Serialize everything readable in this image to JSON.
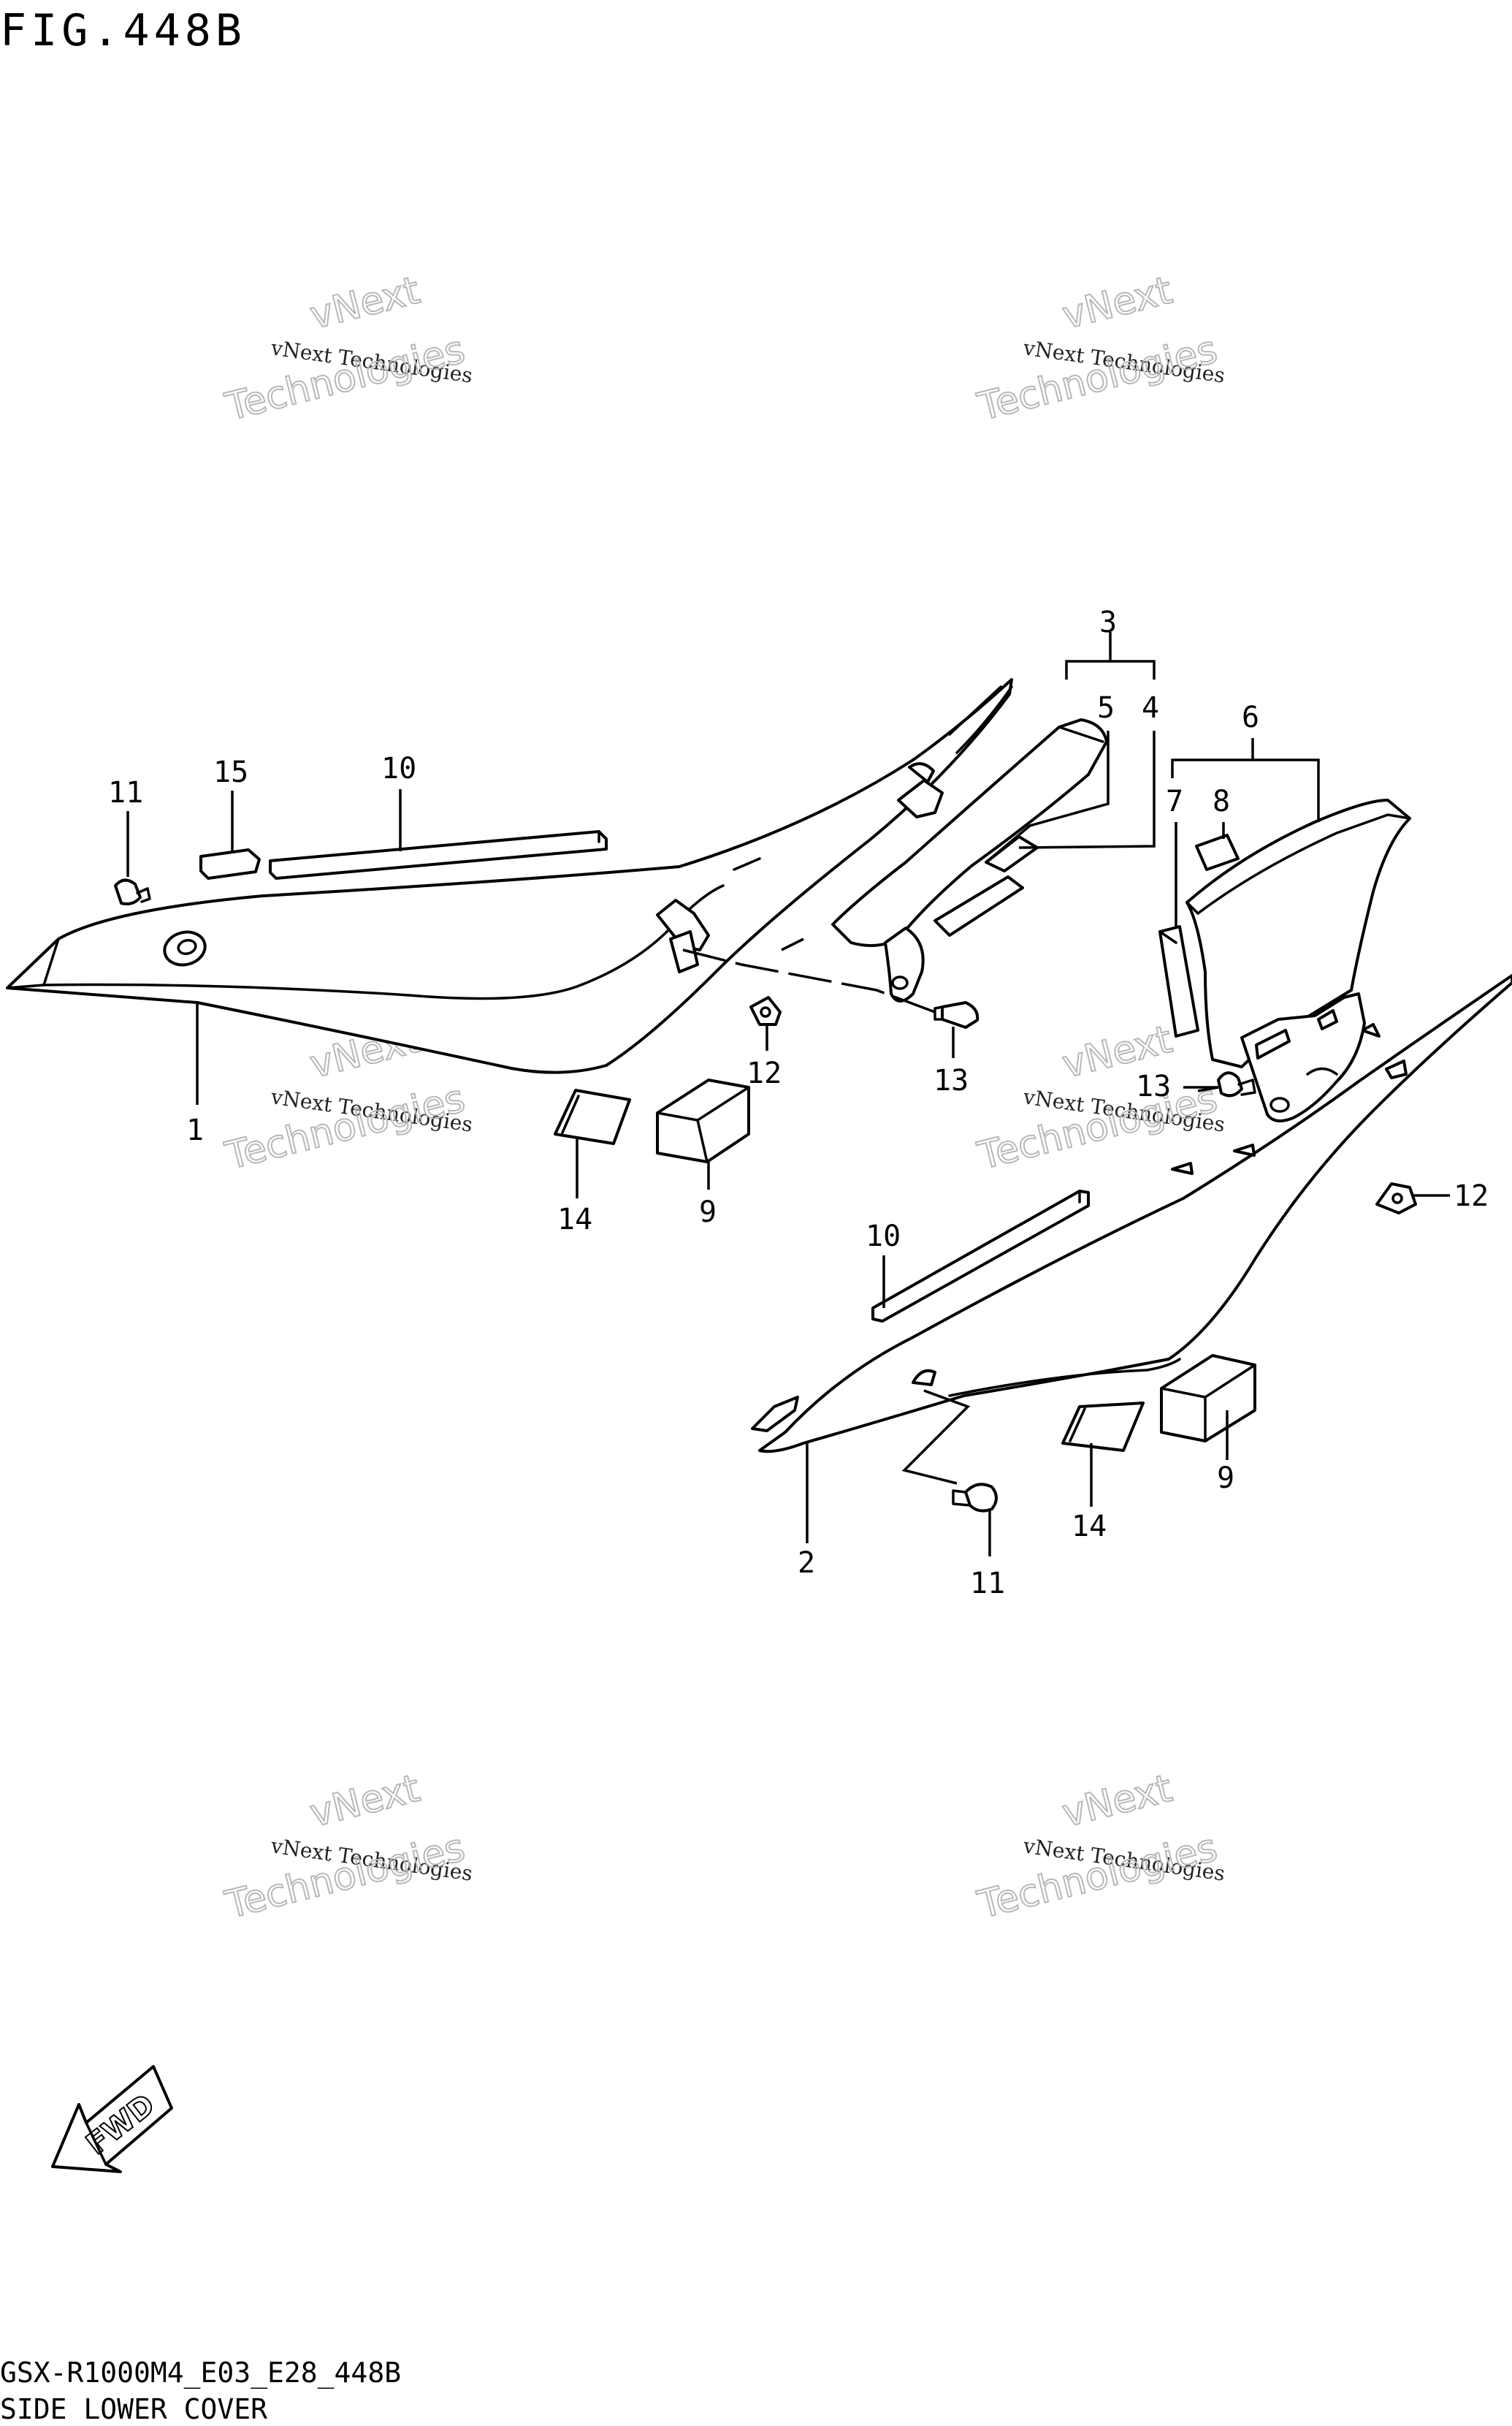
{
  "figure": {
    "title": "FIG.448B"
  },
  "callouts": {
    "c1": "1",
    "c2": "2",
    "c3": "3",
    "c4": "4",
    "c5": "5",
    "c6": "6",
    "c7": "7",
    "c8": "8",
    "c9a": "9",
    "c9b": "9",
    "c10a": "10",
    "c10b": "10",
    "c11a": "11",
    "c11b": "11",
    "c12a": "12",
    "c12b": "12",
    "c13a": "13",
    "c13b": "13",
    "c14a": "14",
    "c14b": "14",
    "c15": "15"
  },
  "watermark": {
    "company": "vNext Technologies",
    "big_line1": "vNext",
    "big_line2": "Technologies"
  },
  "fwd_label": "FWD",
  "footer": {
    "model_code": "GSX-R1000M4_E03_E28_448B",
    "section_name": "SIDE LOWER COVER"
  }
}
